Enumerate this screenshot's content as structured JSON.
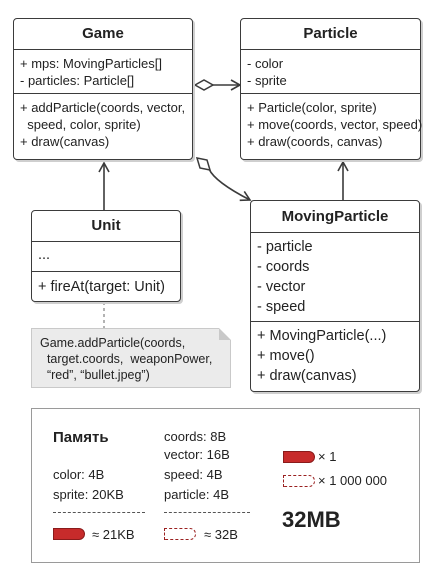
{
  "classes": {
    "game": {
      "name": "Game",
      "fields": [
        "+ mps: MovingParticles[]",
        "- particles: Particle[]"
      ],
      "methods": [
        "+ addParticle(coords, vector,",
        "  speed, color, sprite)",
        "+ draw(canvas)"
      ]
    },
    "particle": {
      "name": "Particle",
      "fields": [
        "- color",
        "- sprite"
      ],
      "methods": [
        "+ Particle(color, sprite)",
        "+ move(coords, vector, speed)",
        "+ draw(coords, canvas)"
      ]
    },
    "unit": {
      "name": "Unit",
      "fields": [
        "..."
      ],
      "methods": [
        "+ fireAt(target: Unit)"
      ]
    },
    "moving_particle": {
      "name": "MovingParticle",
      "fields": [
        "- particle",
        "- coords",
        "- vector",
        "- speed"
      ],
      "methods": [
        "+ MovingParticle(...)",
        "+ move()",
        "+ draw(canvas)"
      ]
    }
  },
  "note": {
    "lines": [
      "Game.addParticle(coords,",
      "  target.coords,  weaponPower,",
      "  “red”, “bullet.jpeg”)"
    ]
  },
  "memory": {
    "title": "Память",
    "col1": [
      "color: 4B",
      "sprite: 20KB"
    ],
    "col1_total": "≈ 21KB",
    "col2": [
      "coords: 8B",
      "vector: 16B",
      "speed: 4B",
      "particle: 4B"
    ],
    "col2_total": "≈ 32B",
    "legend_solid": "× 1",
    "legend_hollow": "× 1 000 000",
    "total": "32MB",
    "colors": {
      "solid_fill": "#c72b2b",
      "hollow_stroke": "#9a2020",
      "frame": "#9a9a9a"
    }
  }
}
